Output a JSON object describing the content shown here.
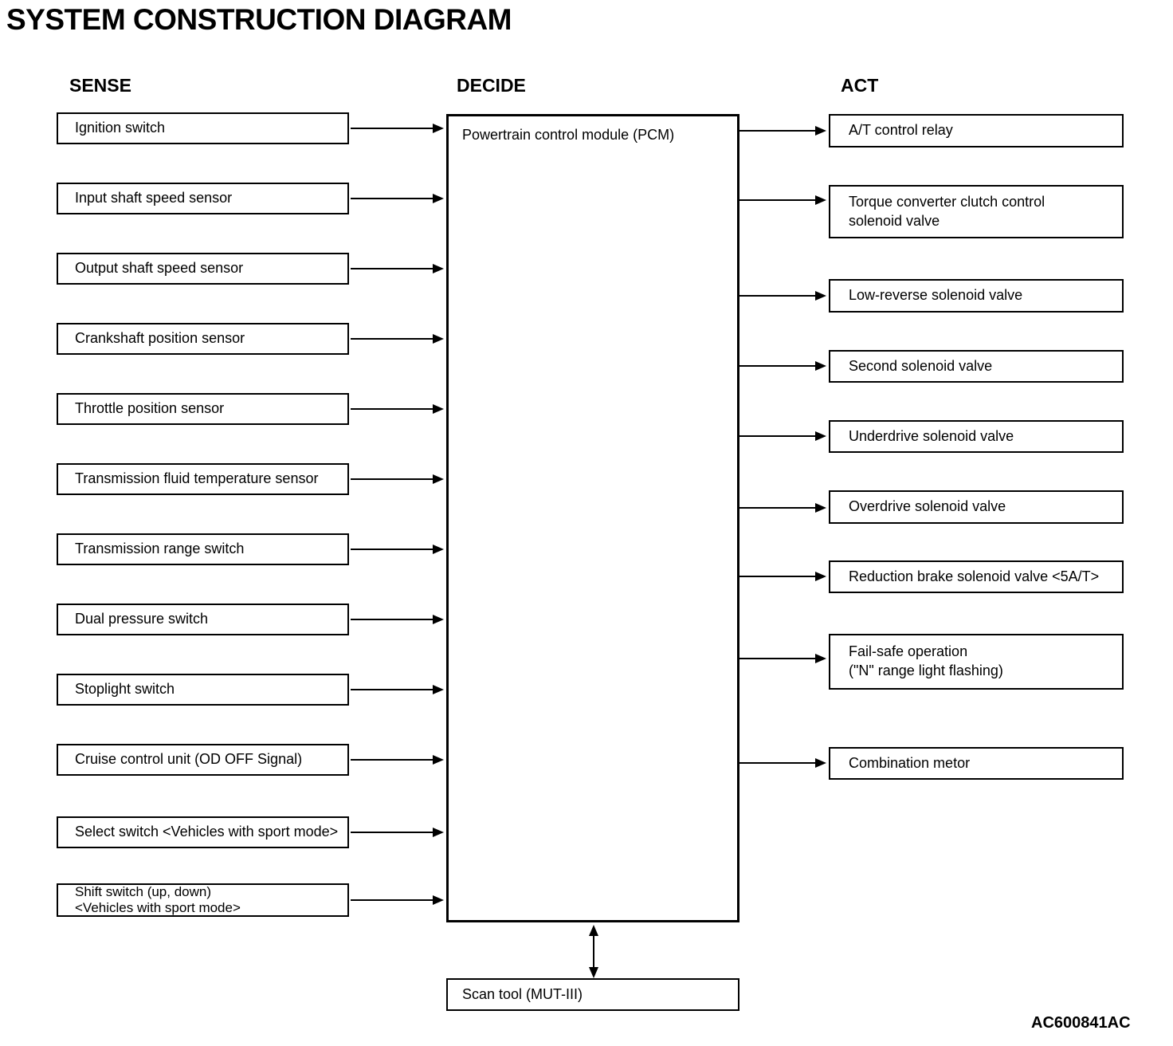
{
  "title": "SYSTEM CONSTRUCTION DIAGRAM",
  "figure_code": "AC600841AC",
  "columns": {
    "sense": "SENSE",
    "decide": "DECIDE",
    "act": "ACT"
  },
  "pcm": {
    "label": "Powertrain control module (PCM)"
  },
  "scan_tool": {
    "label": "Scan tool (MUT-III)"
  },
  "sense_items": [
    {
      "label": "Ignition switch"
    },
    {
      "label": "Input shaft speed sensor"
    },
    {
      "label": "Output shaft speed sensor"
    },
    {
      "label": "Crankshaft position sensor"
    },
    {
      "label": "Throttle position sensor"
    },
    {
      "label": "Transmission fluid temperature sensor"
    },
    {
      "label": "Transmission range switch"
    },
    {
      "label": "Dual pressure switch"
    },
    {
      "label": "Stoplight switch"
    },
    {
      "label": "Cruise control unit (OD OFF Signal)"
    },
    {
      "label": "Select switch <Vehicles with sport mode>"
    },
    {
      "label": "Shift switch (up, down)\n<Vehicles with sport mode>"
    }
  ],
  "act_items": [
    {
      "label": "A/T control relay"
    },
    {
      "label": "Torque converter clutch control\nsolenoid valve"
    },
    {
      "label": "Low-reverse solenoid valve"
    },
    {
      "label": "Second solenoid valve"
    },
    {
      "label": "Underdrive solenoid valve"
    },
    {
      "label": "Overdrive solenoid valve"
    },
    {
      "label": "Reduction brake solenoid valve <5A/T>"
    },
    {
      "label": "Fail-safe operation\n(\"N\" range light flashing)"
    },
    {
      "label": "Combination metor"
    }
  ],
  "colors": {
    "ink": "#000000",
    "background": "#ffffff"
  }
}
